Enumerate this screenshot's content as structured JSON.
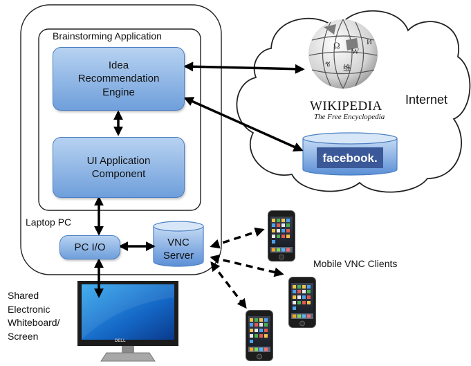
{
  "laptop": {
    "label": "Laptop PC"
  },
  "application": {
    "label": "Brainstorming Application"
  },
  "idea_engine": {
    "label": "Idea\nRecommendation\nEngine"
  },
  "ui_component": {
    "label": "UI Application\nComponent"
  },
  "pc_io": {
    "label": "PC I/O"
  },
  "vnc_server": {
    "label": "VNC\nServer"
  },
  "internet": {
    "label": "Internet"
  },
  "wikipedia": {
    "name": "WIKIPEDIA",
    "tagline": "The Free Encyclopedia"
  },
  "facebook": {
    "label": "facebook."
  },
  "screen": {
    "label": "Shared\nElectronic\nWhiteboard/\nScreen",
    "brand": "DELL"
  },
  "mobile": {
    "label": "Mobile VNC Clients"
  },
  "colors": {
    "box_fill": "#6f9fdb",
    "box_border": "#4a7fc2",
    "facebook_blue": "#3b5998",
    "cylinder": "#5b8fd6"
  }
}
